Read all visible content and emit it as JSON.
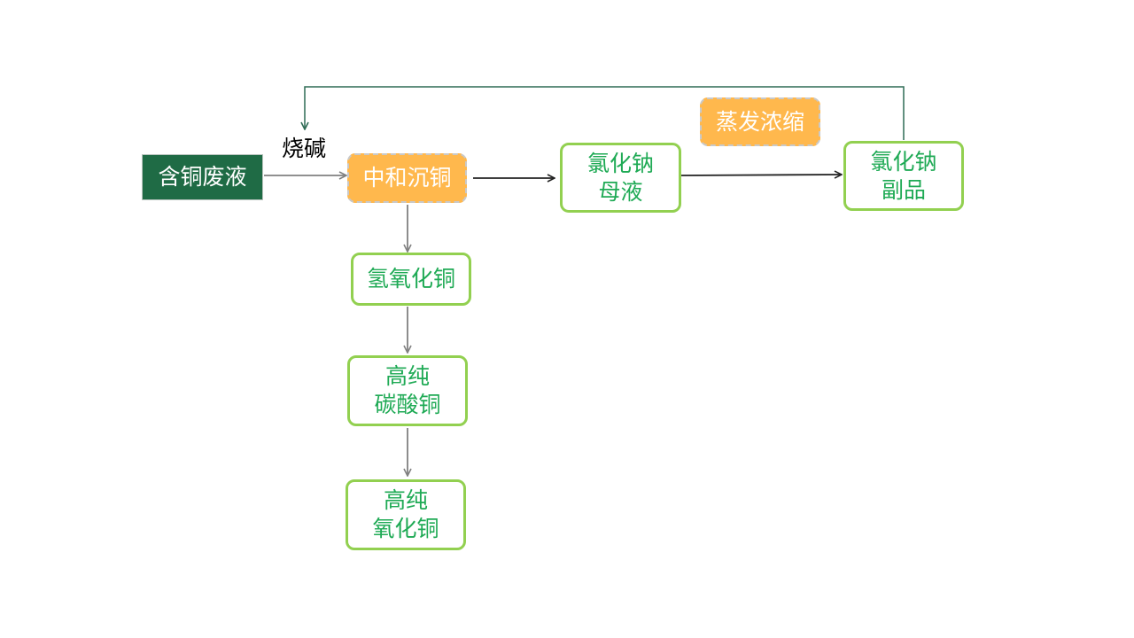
{
  "diagram": {
    "nodes": {
      "waste_liquid": "含铜废液",
      "neutralize": "中和沉铜",
      "nacl_mother": "氯化钠\n母液",
      "nacl_byproduct": "氯化钠\n副品",
      "cu_hydroxide": "氢氧化铜",
      "cu_carbonate": "高纯\n碳酸铜",
      "cu_oxide": "高纯\n氧化铜",
      "evaporate": "蒸发浓缩"
    },
    "labels": {
      "caustic_soda": "烧碱"
    },
    "colors": {
      "dark_green": "#1f6b45",
      "orange": "#ffb84d",
      "green_text": "#1faa55",
      "green_border": "#92d050",
      "arrow_gray": "#808080",
      "feedback_line": "#2e6b55"
    }
  }
}
